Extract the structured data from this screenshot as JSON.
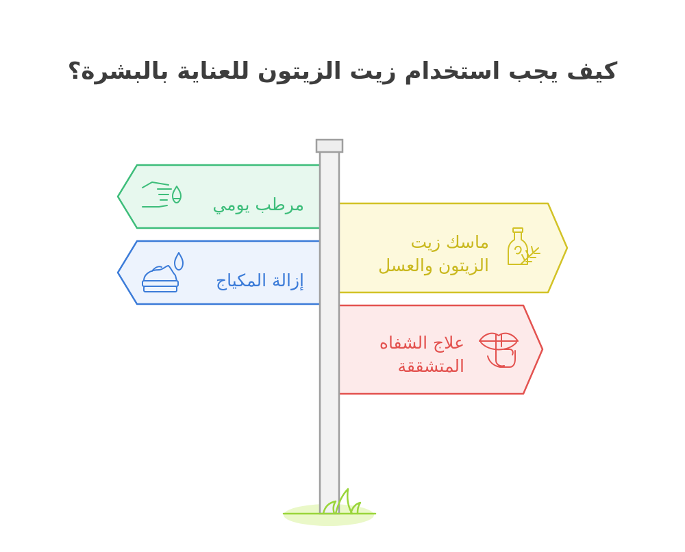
{
  "title": "كيف يجب استخدام زيت الزيتون للعناية بالبشرة؟",
  "signs": [
    {
      "label": "مرطب يومي",
      "icon": "hand-drop-icon",
      "color": "#3dbd7a",
      "fill": "#e7f8ee",
      "side": "left"
    },
    {
      "label": "إزالة المكياج",
      "icon": "cream-drop-icon",
      "color": "#3b7bd8",
      "fill": "#edf3fd",
      "side": "left"
    },
    {
      "label_line1": "ماسك زيت",
      "label_line2": "الزيتون والعسل",
      "icon": "oil-bottle-icon",
      "color": "#d2c226",
      "fill": "#fdf9dc",
      "side": "right"
    },
    {
      "label_line1": "علاج الشفاه",
      "label_line2": "المتشققة",
      "icon": "lips-finger-icon",
      "color": "#e3524f",
      "fill": "#fdeaea",
      "side": "right"
    }
  ],
  "colors": {
    "pole_fill": "#f2f2f2",
    "pole_stroke": "#9e9e9e",
    "grass": "#9ad53a",
    "grass_glow": "#eaf8c8",
    "title": "#3d3d3d"
  }
}
